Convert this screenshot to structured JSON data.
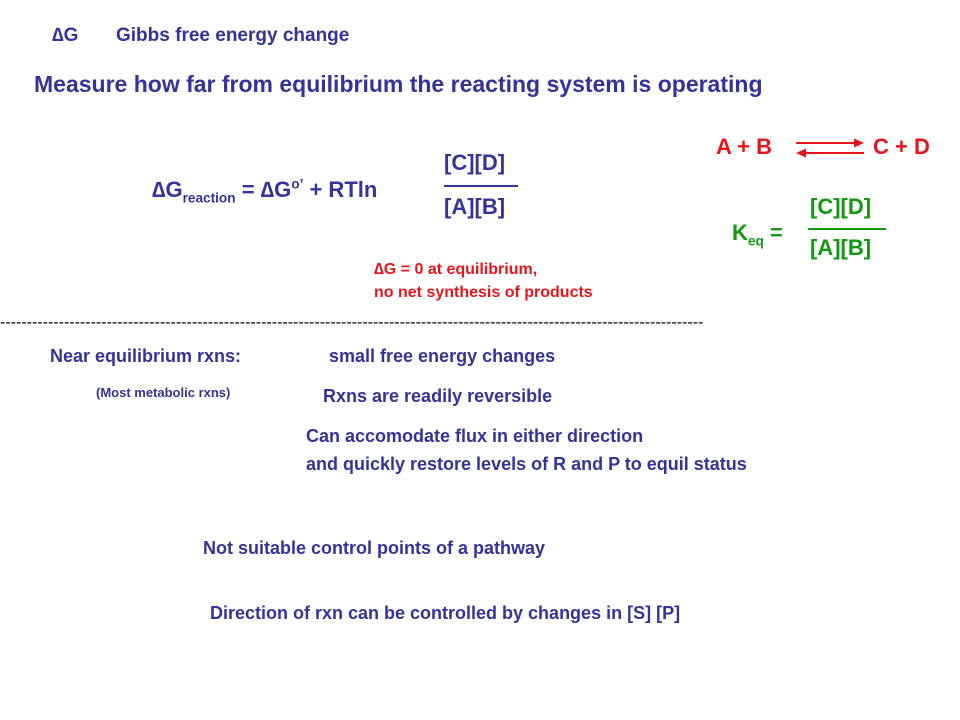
{
  "header": {
    "delta_g_symbol": "∆G",
    "definition": "Gibbs free energy change"
  },
  "title": "Measure how far from equilibrium the reacting system is operating",
  "equation": {
    "delta": "∆G",
    "sub_reaction": "reaction",
    "equals_delta": " = ∆G",
    "sup_std": "o’",
    "rt_ln": " + RTln",
    "numerator": "[C][D]",
    "denominator": "[A][B]"
  },
  "reaction": {
    "reactants": "A + B",
    "products": "C + D",
    "colors": {
      "reaction": "#e8141b",
      "arrows": "#e8141b"
    }
  },
  "keq": {
    "k": "K",
    "sub": "eq",
    "equals": " =",
    "numerator": "[C][D]",
    "denominator": "[A][B]",
    "color": "#119911"
  },
  "note": {
    "line1": "∆G = 0 at equilibrium,",
    "line2": "no net synthesis of products",
    "color": "#e8141b"
  },
  "divider": "------------------------------------------------------------------------------------------------------------------------------------",
  "near_eq": {
    "heading": "Near equilibrium rxns:",
    "description": "small free energy changes",
    "subnote": "(Most metabolic rxns)",
    "point1": "Rxns are readily reversible",
    "point2_line1": "Can accomodate flux in either direction",
    "point2_line2": "and quickly restore levels of R and P to equil status",
    "point3": "Not suitable control points of a pathway",
    "point4": "Direction of rxn can be controlled by changes in [S] [P]"
  },
  "colors": {
    "primary_text": "#333399",
    "equation_text": "#000000"
  }
}
